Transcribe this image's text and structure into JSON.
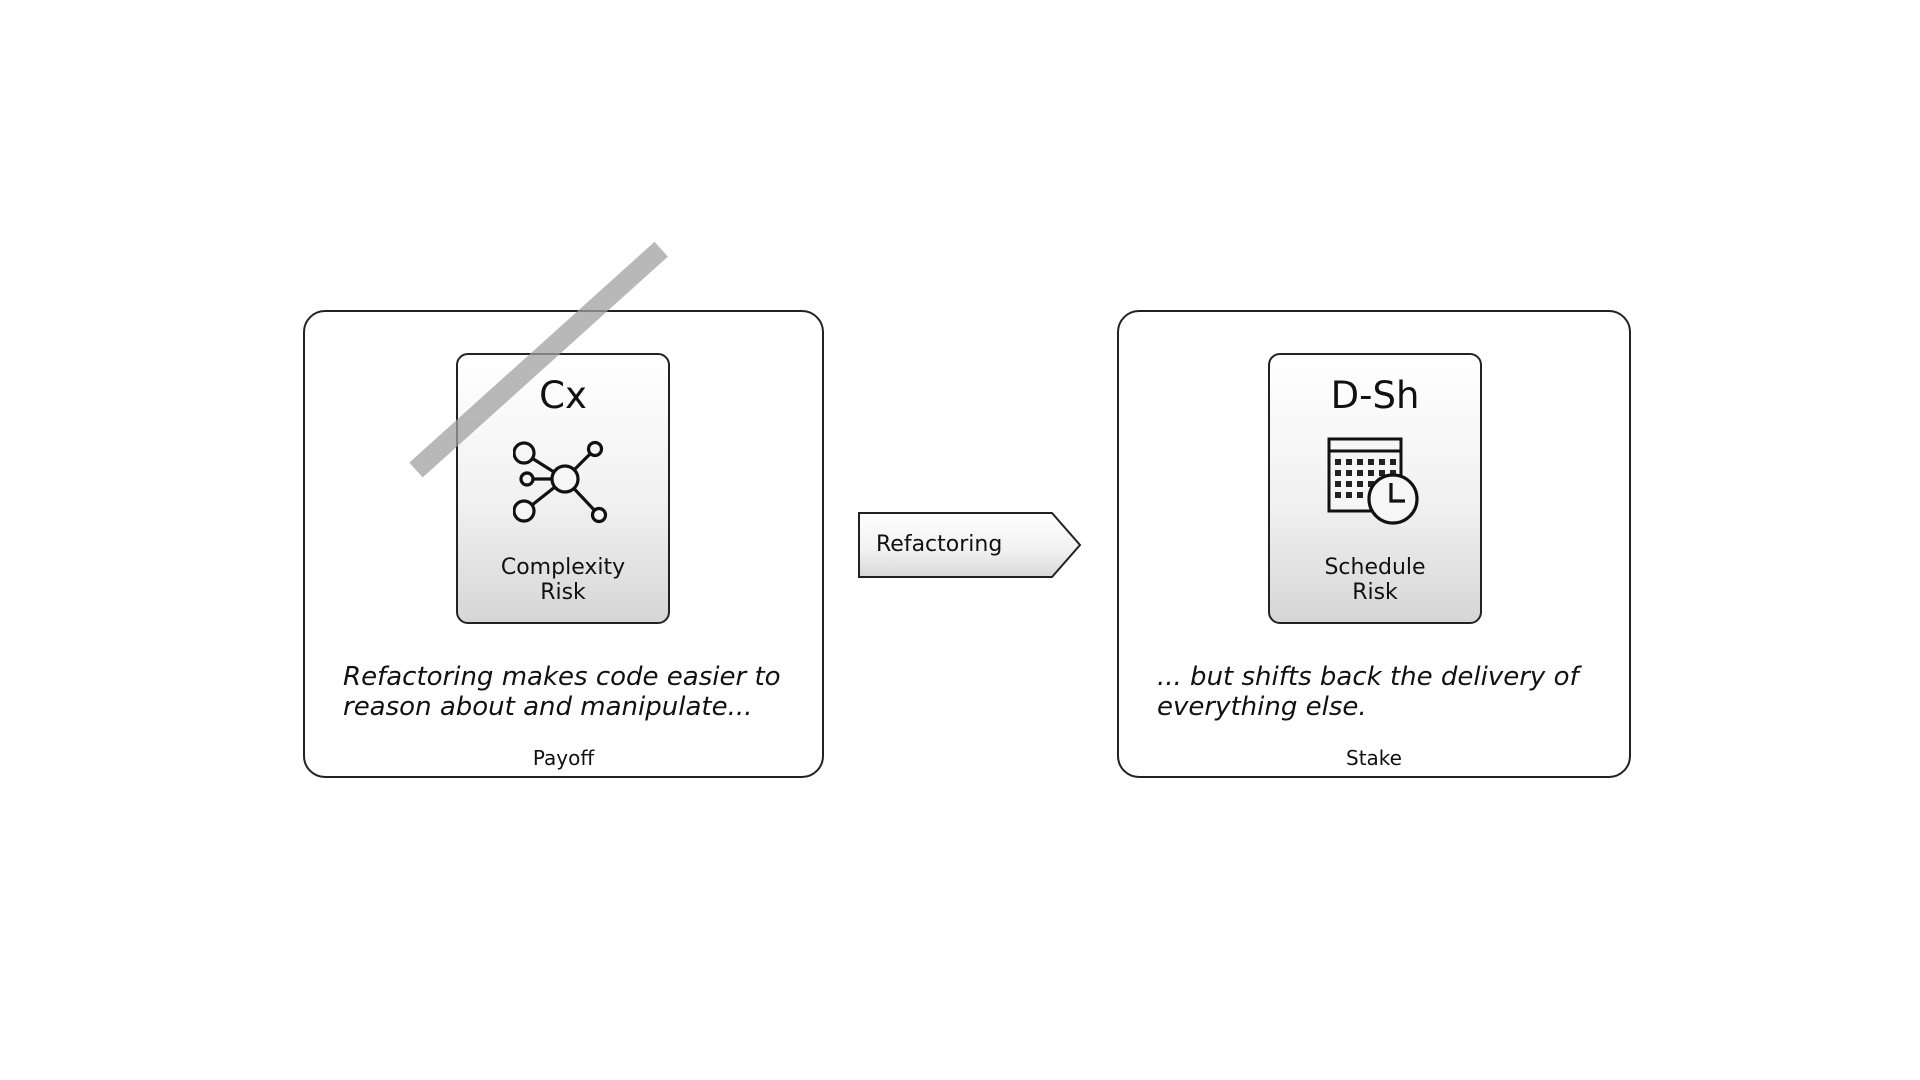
{
  "payoff": {
    "card": {
      "code": "Cx",
      "label_line1": "Complexity",
      "label_line2": "Risk",
      "icon": "network-node-icon",
      "crossed_out": true
    },
    "caption_line1": "Refactoring makes code easier to",
    "caption_line2": "reason about and manipulate...",
    "footer": "Payoff"
  },
  "action": {
    "label": "Refactoring"
  },
  "stake": {
    "card": {
      "code": "D-Sh",
      "label_line1": "Schedule",
      "label_line2": "Risk",
      "icon": "calendar-clock-icon"
    },
    "caption_line1": "... but shifts back the delivery of",
    "caption_line2": "everything else.",
    "footer": "Stake"
  },
  "colors": {
    "border": "#222222",
    "strike": "#a0a0a0",
    "card_gradient_bottom": "#d6d6d6"
  }
}
